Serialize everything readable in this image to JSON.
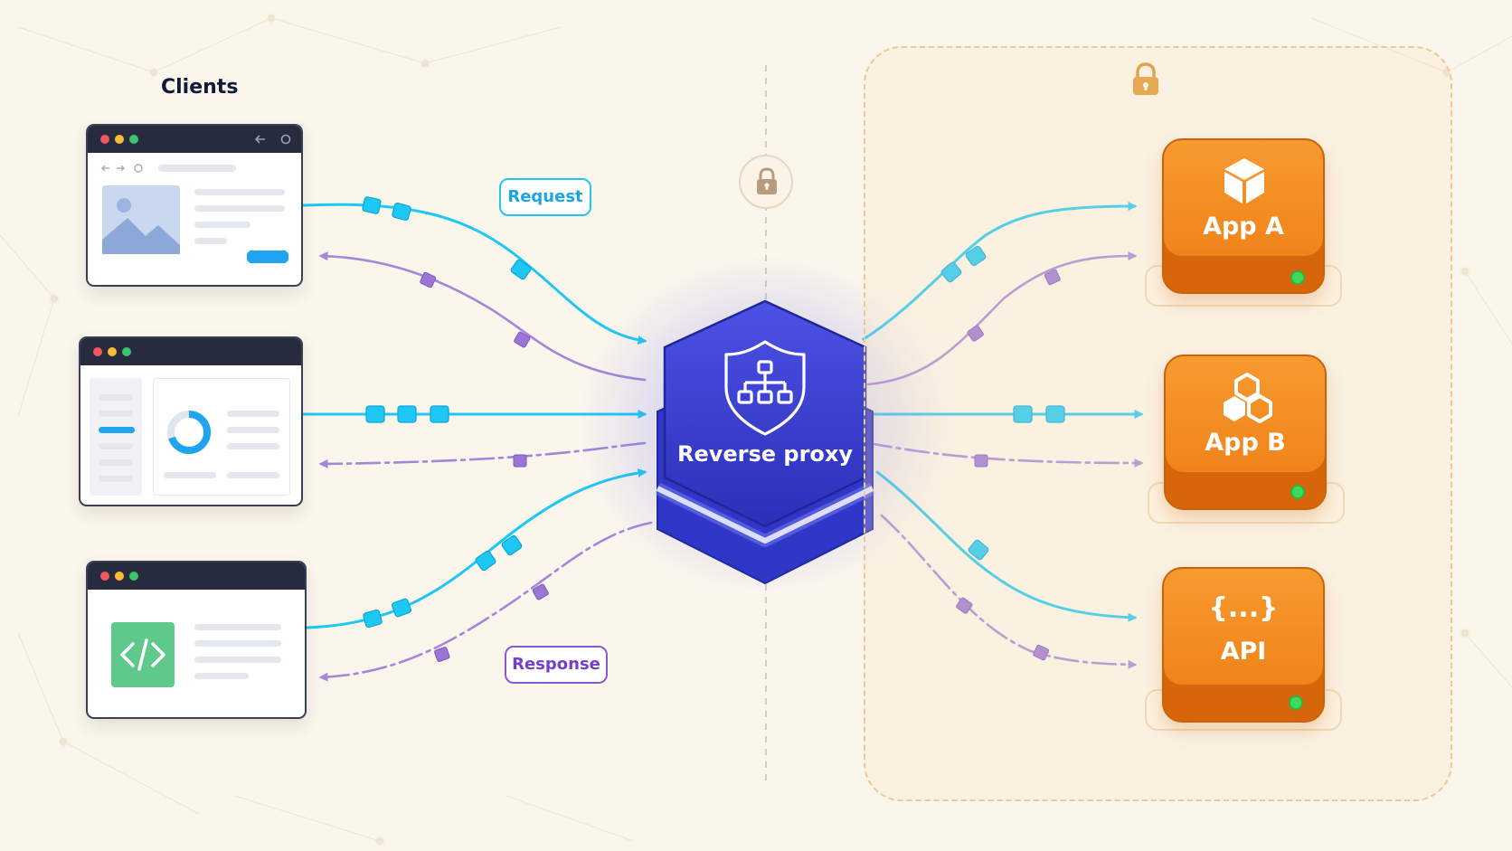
{
  "clients": {
    "heading": "Clients",
    "windows": [
      {
        "kind": "web-page"
      },
      {
        "kind": "dashboard"
      },
      {
        "kind": "code"
      }
    ]
  },
  "labels": {
    "request": "Request",
    "response": "Response"
  },
  "proxy": {
    "label": "Reverse proxy",
    "icon": "shield-network-icon"
  },
  "apps": [
    {
      "name": "App A",
      "icon": "cube-icon",
      "status": "online"
    },
    {
      "name": "App B",
      "icon": "hexagons-icon",
      "status": "online"
    },
    {
      "name": "API",
      "icon": "braces-icon",
      "glyph": "{...}",
      "status": "online"
    }
  ],
  "colors": {
    "request": "#1ec8f4",
    "response": "#9b7bd1",
    "proxy": "#3a3fd1",
    "app": "#f28a1f",
    "status_online": "#3ddc5a",
    "background": "#fbf6ec"
  }
}
